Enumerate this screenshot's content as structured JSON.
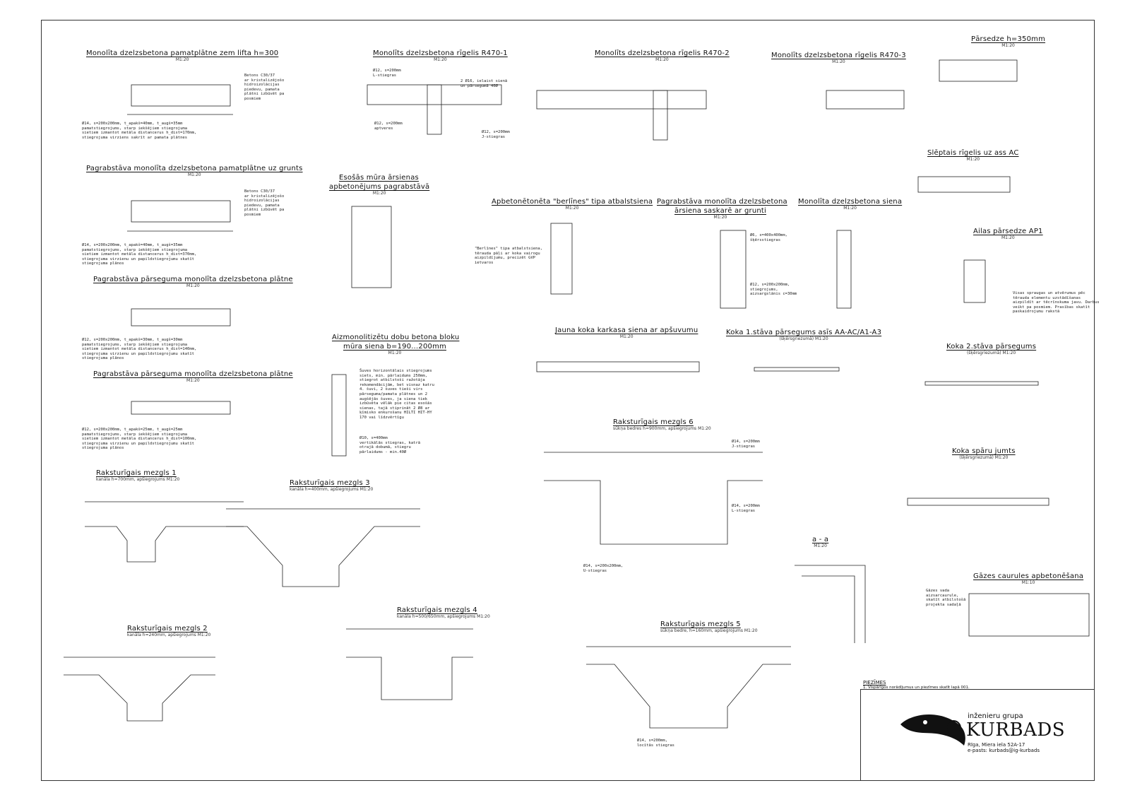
{
  "titles": [
    {
      "t": "Monolīta dzelzsbetona pamatplātne zem lifta h=300",
      "s": "M1:20"
    },
    {
      "t": "Monolīts dzelzsbetona rīgelis R470-1",
      "s": "M1:20"
    },
    {
      "t": "Monolīts dzelzsbetona rīgelis R470-2",
      "s": "M1:20"
    },
    {
      "t": "Monolīts dzelzsbetona rīgelis R470-3",
      "s": "M1:20"
    },
    {
      "t": "Pārsedze h=350mm",
      "s": "M1:20"
    },
    {
      "t": "Pagrabstāva monolīta dzelzsbetona pamatplātne uz grunts",
      "s": "M1:20"
    },
    {
      "t": "Esošās mūra ārsienas",
      "s": ""
    },
    {
      "t": "apbetonējums pagrabstāvā",
      "s": "M1:20"
    },
    {
      "t": "Apbetonētonēta \"berlīnes\" tipa atbalstsiena",
      "s": "M1:20"
    },
    {
      "t": "Pagrabstāva monolīta dzelzsbetona",
      "s": ""
    },
    {
      "t": "ārsiena saskarē ar grunti",
      "s": "M1:20"
    },
    {
      "t": "Monolīta dzelzsbetona siena",
      "s": "M1:20"
    },
    {
      "t": "Slēptais rīgelis uz ass AC",
      "s": "M1:20"
    },
    {
      "t": "Ailas pārsedze AP1",
      "s": "M1:20"
    },
    {
      "t": "Pagrabstāva pārseguma monolīta dzelzsbetona plātne",
      "s": "M1:20"
    },
    {
      "t": "Aizmonolitizētu dobu betona bloku",
      "s": ""
    },
    {
      "t": "mūra siena b=190...200mm",
      "s": "M1:20"
    },
    {
      "t": "Jauna koka karkasa siena ar apšuvumu",
      "s": "M1:20"
    },
    {
      "t": "Koka 1.stāva pārsegums asīs AA-AC/A1-A3",
      "s": "(šķērsgriezumā) M1:20"
    },
    {
      "t": "Koka 2.stāva pārsegums",
      "s": "(šķērsgriezumā) M1:20"
    },
    {
      "t": "Pagrabstāva pārseguma monolīta dzelzsbetona plātne",
      "s": "M1:20"
    },
    {
      "t": "Raksturīgais mezgls 6",
      "s": "sūkņa bedres h=900mm, apšiegrojums M1:20"
    },
    {
      "t": "Raksturīgais mezgls 1",
      "s": "kanāla h=700mm, apšiegrojums M1:20"
    },
    {
      "t": "Raksturīgais mezgls 3",
      "s": "kanāla h=400mm, apšiegrojums M1:20"
    },
    {
      "t": "Koka spāru jumts",
      "s": "(šķērsgriezumā) M1:20"
    },
    {
      "t": "a - a",
      "s": "M1:20"
    },
    {
      "t": "Gāzes caurules apbetonēšana",
      "s": "M1:10"
    },
    {
      "t": "Raksturīgais mezgls 4",
      "s": "kanāla h=500/650mm, apšiegrojums M1:20"
    },
    {
      "t": "Raksturīgais mezgls 2",
      "s": "kanāla h=240mm, apšiegrojums M1:20"
    },
    {
      "t": "Raksturīgais mezgls 5",
      "s": "sūkņa bedre, h=160mm, apšiegrojums M1:20"
    }
  ],
  "notes": [
    "Betons C30/37\nar kristalizējošo\nhidroizolācijas\npiedevu, pamata\nplātni izbūvēt pa\nposmiem",
    "Ø14, s=200x200mm, t_apakš=40mm, t_augš=35mm\npamatstiegrojums, starp iekšējiem stiegrojuma\nsietiem izmantot metāla distancerus h_dist=170mm,\nstiegrojuma virziens sakrīt ar pamata plātnes",
    "Betons C30/37\nar kristalizējošo\nhidroizolācijas\npiedevu, pamata\nplātni izbūvēt pa\nposmiem",
    "Ø14, s=200x200mm, t_apakš=40mm, t_augš=35mm\npamatstiegrojums, starp iekšējiem stiegrojuma\nsietiem izmantot metāla distancerus h_dist=370mm,\nstiegrojuma virzienu un papildstiegrojumu skatīt\nstiegrojuma plānos",
    "Ø12, s=200x200mm, t_apakš=30mm, t_augš=30mm\npamatstiegrojums, starp iekšējiem stiegrojuma\nsietiem izmantot metāla distancerus h_dist=140mm,\nstiegrojuma virzienu un papildstiegrojumu skatīt\nstiegrojuma plānos",
    "Ø12, s=200x200mm, t_apakš=25mm, t_augš=25mm\npamatstiegrojums, starp iekšējiem stiegrojuma\nsietiem izmantot metāla distancerus h_dist=100mm,\nstiegrojuma virzienu un papildstiegrojumu skatīt\nstiegrojuma plānos",
    "Šuves horizontālais stiegrojums\nsiets, min. pārlaidums 250mm,\nstiegrot atbilstoši ražotāja\nrekomendācijām, bet visnaz katru\n4. šuvi, 2 šuves tieši virs\npārseguma/pamata plātnes un 2\naugšējās šuves, ja siena tiek\nizbūvēta vēlāk pie citas esošās\nsienas, tajā stiprināt 2 Ø8 ar\nķīmisko enkurošanu HILTI HIT-HY\n170 vai līdzvērtīgu",
    "Ø10, s=400mm\nvertikālās stiegras, katrā\notrajā dobumā, stiegru\npārlaidums - min.40Ø",
    "\"Berlīnes\" tipa atbalstsiena,\ntērauda pāļi ar koka vairogu\naizpildījumu, precizēt GVP\nietvaros",
    "Visas spraugas un atvērumus pēc\ntērauda elementu uzstādīšanas\naizpildīt ar tēcrīnskuma javu. Darbus\nveikt pa posmiem. Prasības skatīt\npaskaidrojumu rakstā",
    "Gāzes vada\naizsarcaurule,\nskatīt atbilstošā\nprojekta sadaļā"
  ],
  "rebar_labels": [
    "Ø12, s=200mm\nL-stiegras",
    "2 Ø16, ielaist sienā\nun pārsegumā 40Ø",
    "Ø12, s=200mm\naptveres",
    "Ø12, s=200mm\nJ-stiegras",
    "Ø6, s=400x400mm,\nšķērsstiegras",
    "Ø12, s=200x200mm,\nstiegrojums,\naizsargslānis c=30mm",
    "Ø14, s=200mm\nJ-stiegras",
    "Ø14, s=200mm\nL-stiegras",
    "Ø14, s=200x200mm,\nU-stiegras",
    "Ø14, s=200mm,\nlocītās stiegras"
  ],
  "notes_header": "PIEZĪMES",
  "notes_line": "1.   Vispārīgos norādījumus un piezīmes skatīt lapā 001.",
  "company": {
    "pre": "inženieru grupa",
    "name": "KURBADS",
    "address": "Rīga, Miera iela 52A-17",
    "email": "e-pasts: kurbads@ig-kurbads"
  }
}
